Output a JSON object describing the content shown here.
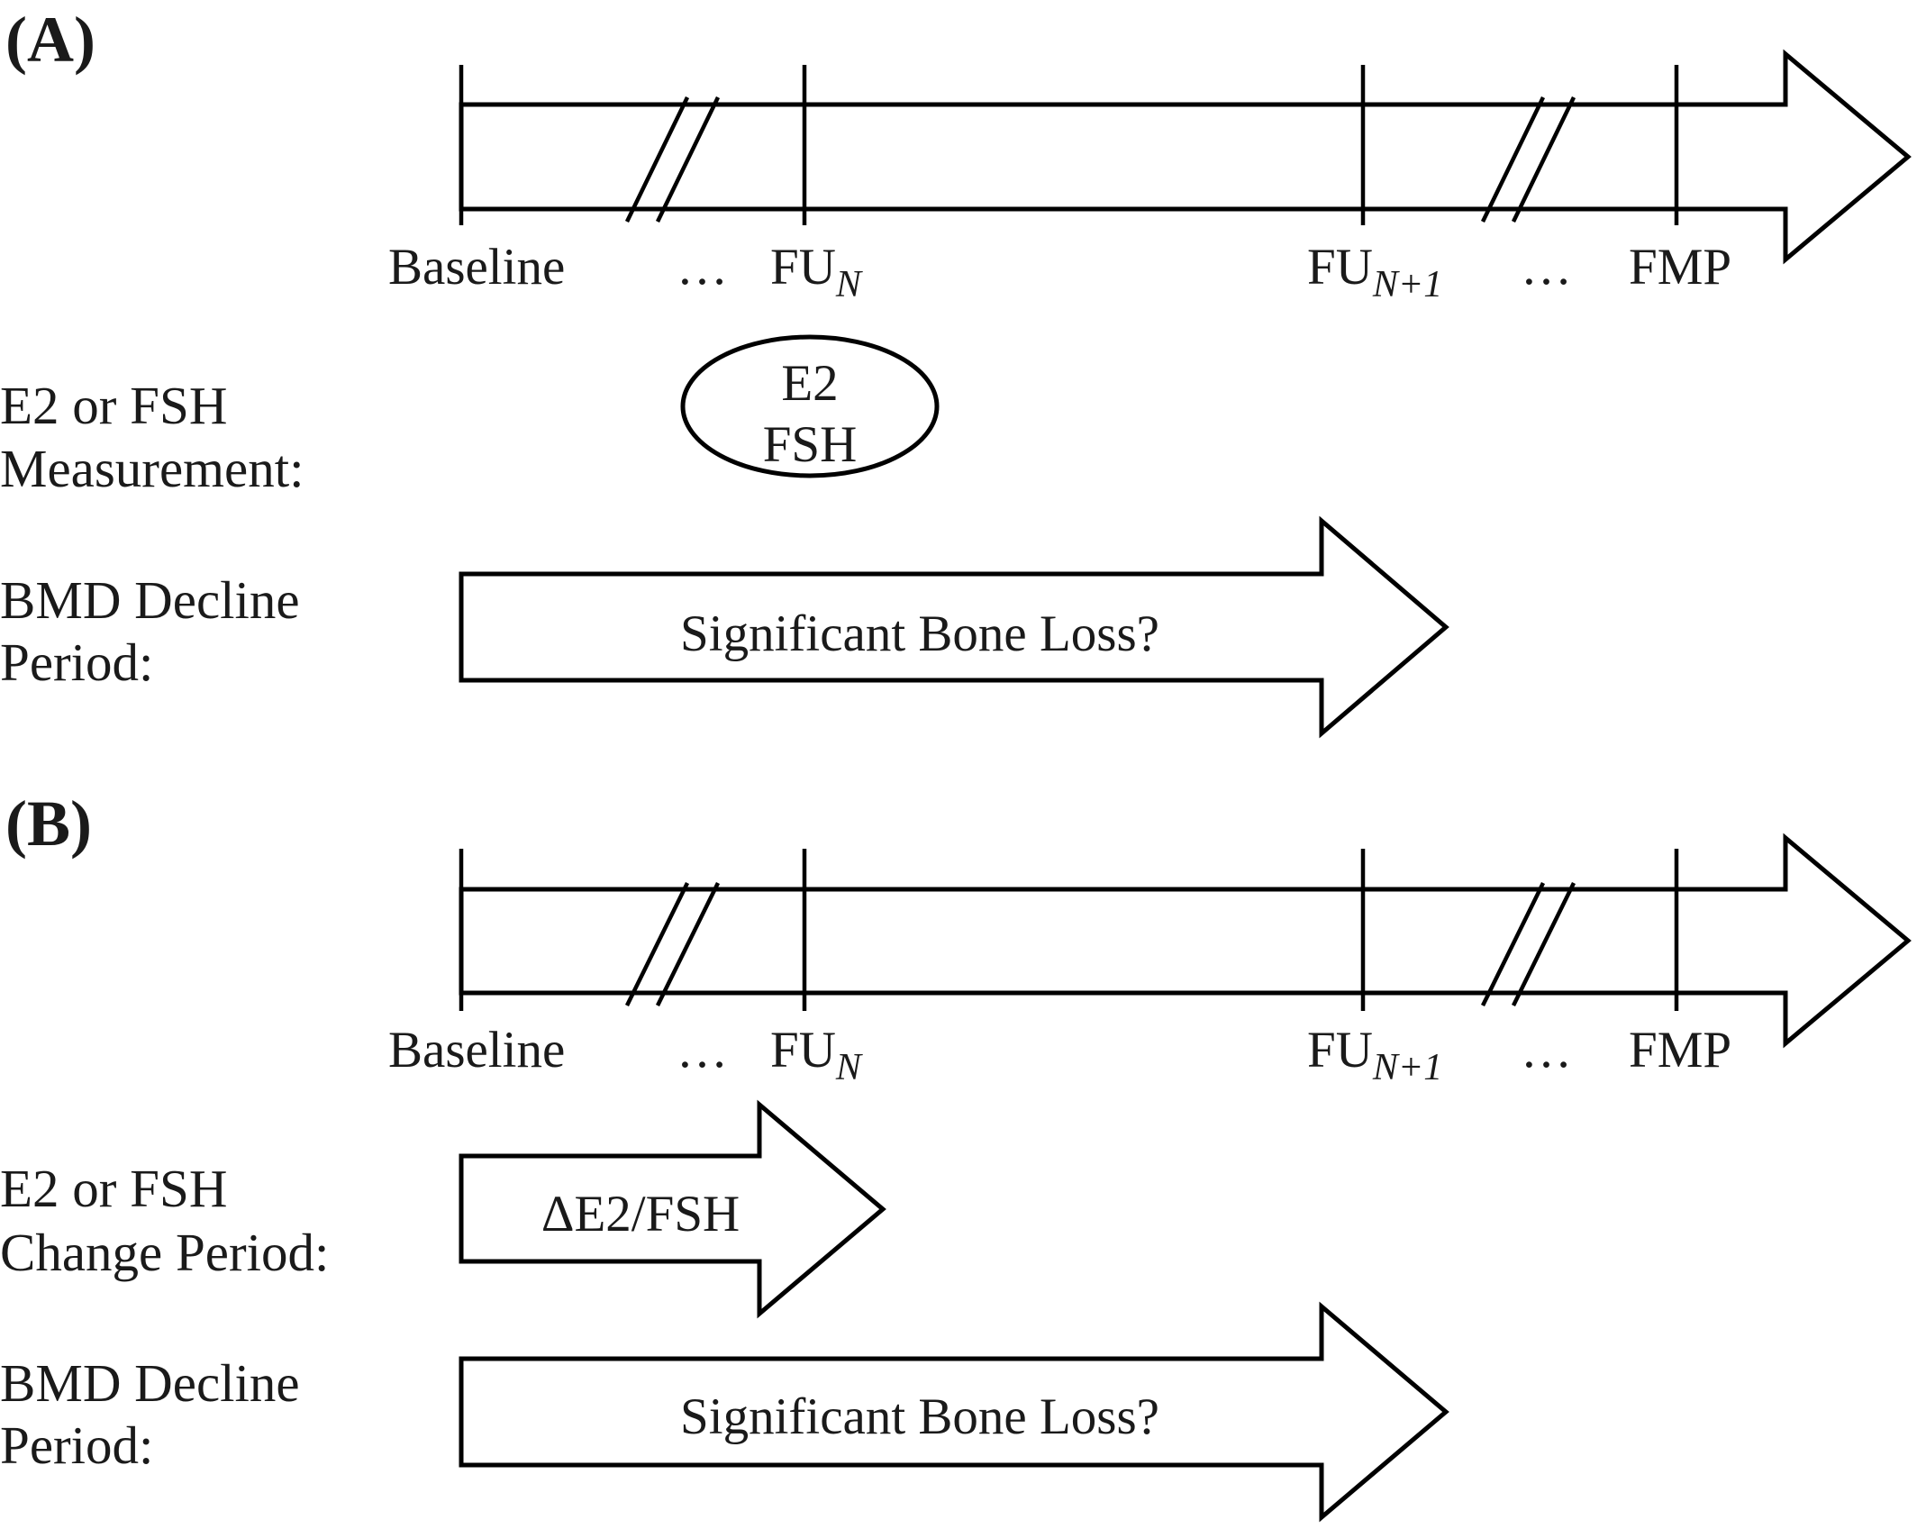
{
  "panels": [
    {
      "label": "(A)",
      "timeline": {
        "points": [
          {
            "main": "Baseline",
            "sub": ""
          },
          {
            "main": "…",
            "sub": ""
          },
          {
            "main": "FU",
            "sub": "N"
          },
          {
            "main": "FU",
            "sub": "N+1"
          },
          {
            "main": "…",
            "sub": ""
          },
          {
            "main": "FMP",
            "sub": ""
          }
        ]
      },
      "row1": {
        "label_lines": [
          "E2 or FSH",
          "Measurement:"
        ],
        "shape": "oval",
        "text_lines": [
          "E2",
          "FSH"
        ]
      },
      "row2": {
        "label_lines": [
          "BMD Decline",
          "Period:"
        ],
        "shape": "arrow",
        "text": "Significant Bone Loss?"
      }
    },
    {
      "label": "(B)",
      "timeline": {
        "points": [
          {
            "main": "Baseline",
            "sub": ""
          },
          {
            "main": "…",
            "sub": ""
          },
          {
            "main": "FU",
            "sub": "N"
          },
          {
            "main": "FU",
            "sub": "N+1"
          },
          {
            "main": "…",
            "sub": ""
          },
          {
            "main": "FMP",
            "sub": ""
          }
        ]
      },
      "row1": {
        "label_lines": [
          "E2 or FSH",
          "Change Period:"
        ],
        "shape": "arrow",
        "text": "ΔE2/FSH"
      },
      "row2": {
        "label_lines": [
          "BMD Decline",
          "Period:"
        ],
        "shape": "arrow",
        "text": "Significant Bone Loss?"
      }
    }
  ]
}
